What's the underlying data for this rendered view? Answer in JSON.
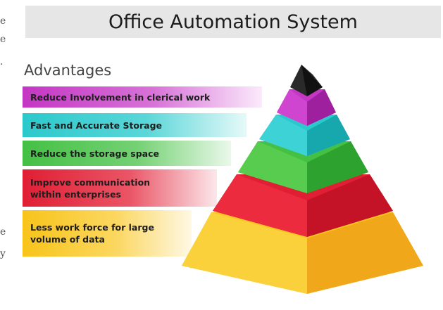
{
  "title": "Office Automation System",
  "section_heading": "Advantages",
  "left_edge_fragments": [
    "e",
    "e",
    "."
  ],
  "left_edge_fragments_lower": [
    "e",
    "y"
  ],
  "colors": {
    "magenta": "#c436c4",
    "cyan": "#2bc9cc",
    "green": "#44c044",
    "red": "#e01e34",
    "yellow": "#f8c41a",
    "apex": "#1e1e1e",
    "title_bar": "#e6e6e6"
  },
  "advantages": [
    {
      "text": "Reduce Involvement in clerical work",
      "color": "magenta"
    },
    {
      "text": "Fast and Accurate Storage",
      "color": "cyan"
    },
    {
      "text": "Reduce the storage space",
      "color": "green"
    },
    {
      "text": "Improve communication within enterprises",
      "color": "red"
    },
    {
      "text": "Less work force for large volume of data",
      "color": "yellow"
    }
  ]
}
